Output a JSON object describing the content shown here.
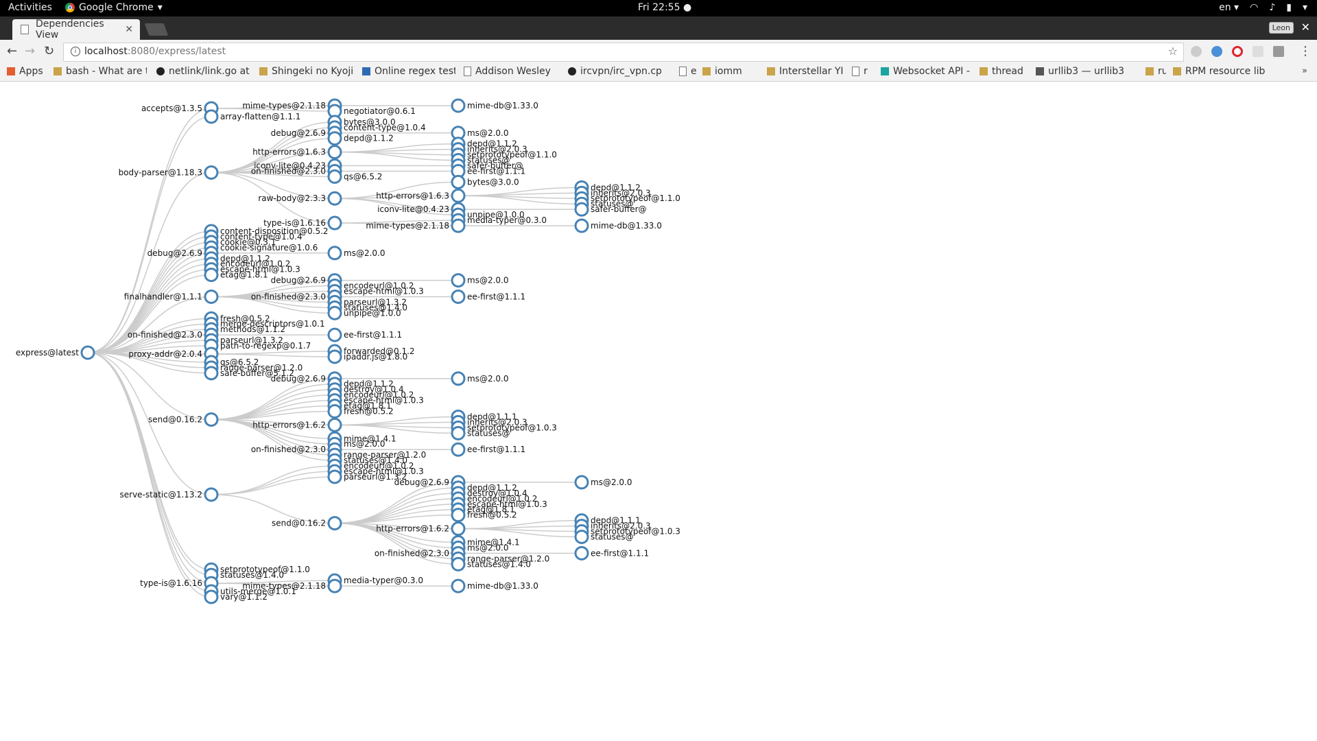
{
  "topbar": {
    "activities": "Activities",
    "app": "Google Chrome",
    "clock": "Fri 22:55",
    "lang": "en"
  },
  "browser": {
    "tab_title": "Dependencies View",
    "profile": "Leon",
    "url_host": "localhost",
    "url_path": ":8080/express/latest"
  },
  "bookmarks": [
    {
      "label": "Apps",
      "icon": "apps-grid-icon"
    },
    {
      "label": "bash - What are t",
      "icon": "bookmark-icon"
    },
    {
      "label": "netlink/link.go at",
      "icon": "github-icon"
    },
    {
      "label": "Shingeki no Kyoji",
      "icon": "bookmark-icon"
    },
    {
      "label": "Online regex test",
      "icon": "regex-icon"
    },
    {
      "label": "Addison Wesley",
      "icon": "page-icon"
    },
    {
      "label": "ircvpn/irc_vpn.cp",
      "icon": "github-icon"
    },
    {
      "label": "e",
      "icon": "page-icon"
    },
    {
      "label": "iomm",
      "icon": "bookmark-icon"
    },
    {
      "label": "Interstellar YIFY s",
      "icon": "bookmark-icon"
    },
    {
      "label": "r",
      "icon": "page-icon"
    },
    {
      "label": "Websocket API -",
      "icon": "websocket-icon"
    },
    {
      "label": "thread",
      "icon": "bookmark-icon"
    },
    {
      "label": "urllib3 — urllib3",
      "icon": "doc-icon"
    },
    {
      "label": "ru",
      "icon": "bookmark-icon"
    },
    {
      "label": "RPM resource lib",
      "icon": "bookmark-icon"
    }
  ],
  "colors": {
    "node_stroke": "#4682b4",
    "link": "#cccccc"
  },
  "tree": {
    "name": "express@latest",
    "children": [
      {
        "name": "accepts@1.3.5",
        "children": [
          {
            "name": "mime-types@2.1.18",
            "children": [
              {
                "name": "mime-db@1.33.0"
              }
            ]
          },
          {
            "name": "negotiator@0.6.1"
          }
        ]
      },
      {
        "name": "array-flatten@1.1.1"
      },
      {
        "name": "body-parser@1.18.3",
        "children": [
          {
            "name": "bytes@3.0.0"
          },
          {
            "name": "content-type@1.0.4"
          },
          {
            "name": "debug@2.6.9",
            "children": [
              {
                "name": "ms@2.0.0"
              }
            ]
          },
          {
            "name": "depd@1.1.2"
          },
          {
            "name": "http-errors@1.6.3",
            "children": [
              {
                "name": "depd@1.1.2"
              },
              {
                "name": "inherits@2.0.3"
              },
              {
                "name": "setprototypeof@1.1.0"
              },
              {
                "name": "statuses@"
              }
            ]
          },
          {
            "name": "iconv-lite@0.4.23",
            "children": [
              {
                "name": "safer-buffer@"
              }
            ]
          },
          {
            "name": "on-finished@2.3.0",
            "children": [
              {
                "name": "ee-first@1.1.1"
              }
            ]
          },
          {
            "name": "qs@6.5.2"
          },
          {
            "name": "raw-body@2.3.3",
            "children": [
              {
                "name": "bytes@3.0.0"
              },
              {
                "name": "http-errors@1.6.3",
                "children": [
                  {
                    "name": "depd@1.1.2"
                  },
                  {
                    "name": "inherits@2.0.3"
                  },
                  {
                    "name": "setprototypeof@1.1.0"
                  },
                  {
                    "name": "statuses@"
                  }
                ]
              },
              {
                "name": "iconv-lite@0.4.23",
                "children": [
                  {
                    "name": "safer-buffer@"
                  }
                ]
              },
              {
                "name": "unpipe@1.0.0"
              }
            ]
          },
          {
            "name": "type-is@1.6.16",
            "children": [
              {
                "name": "media-typer@0.3.0"
              },
              {
                "name": "mime-types@2.1.18",
                "children": [
                  {
                    "name": "mime-db@1.33.0"
                  }
                ]
              }
            ]
          }
        ]
      },
      {
        "name": "content-disposition@0.5.2"
      },
      {
        "name": "content-type@1.0.4"
      },
      {
        "name": "cookie@0.3.1"
      },
      {
        "name": "cookie-signature@1.0.6"
      },
      {
        "name": "debug@2.6.9",
        "children": [
          {
            "name": "ms@2.0.0"
          }
        ]
      },
      {
        "name": "depd@1.1.2"
      },
      {
        "name": "encodeurl@1.0.2"
      },
      {
        "name": "escape-html@1.0.3"
      },
      {
        "name": "etag@1.8.1"
      },
      {
        "name": "finalhandler@1.1.1",
        "children": [
          {
            "name": "debug@2.6.9",
            "children": [
              {
                "name": "ms@2.0.0"
              }
            ]
          },
          {
            "name": "encodeurl@1.0.2"
          },
          {
            "name": "escape-html@1.0.3"
          },
          {
            "name": "on-finished@2.3.0",
            "children": [
              {
                "name": "ee-first@1.1.1"
              }
            ]
          },
          {
            "name": "parseurl@1.3.2"
          },
          {
            "name": "statuses@1.4.0"
          },
          {
            "name": "unpipe@1.0.0"
          }
        ]
      },
      {
        "name": "fresh@0.5.2"
      },
      {
        "name": "merge-descriptors@1.0.1"
      },
      {
        "name": "methods@1.1.2"
      },
      {
        "name": "on-finished@2.3.0",
        "children": [
          {
            "name": "ee-first@1.1.1"
          }
        ]
      },
      {
        "name": "parseurl@1.3.2"
      },
      {
        "name": "path-to-regexp@0.1.7"
      },
      {
        "name": "proxy-addr@2.0.4",
        "children": [
          {
            "name": "forwarded@0.1.2"
          },
          {
            "name": "ipaddr.js@1.8.0"
          }
        ]
      },
      {
        "name": "qs@6.5.2"
      },
      {
        "name": "range-parser@1.2.0"
      },
      {
        "name": "safe-buffer@5.1.2"
      },
      {
        "name": "send@0.16.2",
        "children": [
          {
            "name": "debug@2.6.9",
            "children": [
              {
                "name": "ms@2.0.0"
              }
            ]
          },
          {
            "name": "depd@1.1.2"
          },
          {
            "name": "destroy@1.0.4"
          },
          {
            "name": "encodeurl@1.0.2"
          },
          {
            "name": "escape-html@1.0.3"
          },
          {
            "name": "etag@1.8.1"
          },
          {
            "name": "fresh@0.5.2"
          },
          {
            "name": "http-errors@1.6.2",
            "children": [
              {
                "name": "depd@1.1.1"
              },
              {
                "name": "inherits@2.0.3"
              },
              {
                "name": "setprototypeof@1.0.3"
              },
              {
                "name": "statuses@"
              }
            ]
          },
          {
            "name": "mime@1.4.1"
          },
          {
            "name": "ms@2.0.0"
          },
          {
            "name": "on-finished@2.3.0",
            "children": [
              {
                "name": "ee-first@1.1.1"
              }
            ]
          },
          {
            "name": "range-parser@1.2.0"
          },
          {
            "name": "statuses@1.4.0"
          }
        ]
      },
      {
        "name": "serve-static@1.13.2",
        "children": [
          {
            "name": "encodeurl@1.0.2"
          },
          {
            "name": "escape-html@1.0.3"
          },
          {
            "name": "parseurl@1.3.2"
          },
          {
            "name": "send@0.16.2",
            "children": [
              {
                "name": "debug@2.6.9",
                "children": [
                  {
                    "name": "ms@2.0.0"
                  }
                ]
              },
              {
                "name": "depd@1.1.2"
              },
              {
                "name": "destroy@1.0.4"
              },
              {
                "name": "encodeurl@1.0.2"
              },
              {
                "name": "escape-html@1.0.3"
              },
              {
                "name": "etag@1.8.1"
              },
              {
                "name": "fresh@0.5.2"
              },
              {
                "name": "http-errors@1.6.2",
                "children": [
                  {
                    "name": "depd@1.1.1"
                  },
                  {
                    "name": "inherits@2.0.3"
                  },
                  {
                    "name": "setprototypeof@1.0.3"
                  },
                  {
                    "name": "statuses@"
                  }
                ]
              },
              {
                "name": "mime@1.4.1"
              },
              {
                "name": "ms@2.0.0"
              },
              {
                "name": "on-finished@2.3.0",
                "children": [
                  {
                    "name": "ee-first@1.1.1"
                  }
                ]
              },
              {
                "name": "range-parser@1.2.0"
              },
              {
                "name": "statuses@1.4.0"
              }
            ]
          }
        ]
      },
      {
        "name": "setprototypeof@1.1.0"
      },
      {
        "name": "statuses@1.4.0"
      },
      {
        "name": "type-is@1.6.16",
        "children": [
          {
            "name": "media-typer@0.3.0"
          },
          {
            "name": "mime-types@2.1.18",
            "children": [
              {
                "name": "mime-db@1.33.0"
              }
            ]
          }
        ]
      },
      {
        "name": "utils-merge@1.0.1"
      },
      {
        "name": "vary@1.1.2"
      }
    ]
  }
}
